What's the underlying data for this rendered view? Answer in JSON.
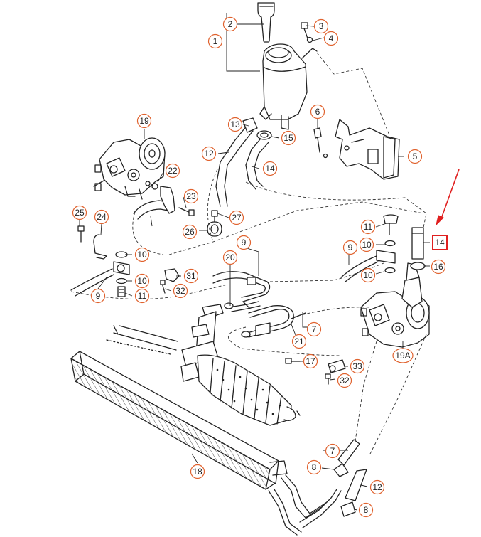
{
  "colors": {
    "line": "#222222",
    "callout_ring": "#e0622e",
    "highlight": "#e02020",
    "arrow": "#e02020"
  },
  "callouts": [
    {
      "id": "c-1",
      "label": "1"
    },
    {
      "id": "c-2",
      "label": "2"
    },
    {
      "id": "c-3",
      "label": "3"
    },
    {
      "id": "c-4",
      "label": "4"
    },
    {
      "id": "c-5",
      "label": "5"
    },
    {
      "id": "c-6",
      "label": "6"
    },
    {
      "id": "c-7a",
      "label": "7"
    },
    {
      "id": "c-7b",
      "label": "7"
    },
    {
      "id": "c-8a",
      "label": "8"
    },
    {
      "id": "c-8b",
      "label": "8"
    },
    {
      "id": "c-9a",
      "label": "9"
    },
    {
      "id": "c-9b",
      "label": "9"
    },
    {
      "id": "c-9c",
      "label": "9"
    },
    {
      "id": "c-10a",
      "label": "10"
    },
    {
      "id": "c-10b",
      "label": "10"
    },
    {
      "id": "c-10c",
      "label": "10"
    },
    {
      "id": "c-10d",
      "label": "10"
    },
    {
      "id": "c-11a",
      "label": "11"
    },
    {
      "id": "c-11b",
      "label": "11"
    },
    {
      "id": "c-12a",
      "label": "12"
    },
    {
      "id": "c-12b",
      "label": "12"
    },
    {
      "id": "c-13",
      "label": "13"
    },
    {
      "id": "c-14a",
      "label": "14"
    },
    {
      "id": "c-14b",
      "label": "14"
    },
    {
      "id": "c-15",
      "label": "15"
    },
    {
      "id": "c-16",
      "label": "16"
    },
    {
      "id": "c-17",
      "label": "17"
    },
    {
      "id": "c-18",
      "label": "18"
    },
    {
      "id": "c-19",
      "label": "19"
    },
    {
      "id": "c-19A",
      "label": "19A"
    },
    {
      "id": "c-20",
      "label": "20"
    },
    {
      "id": "c-21",
      "label": "21"
    },
    {
      "id": "c-22",
      "label": "22"
    },
    {
      "id": "c-23",
      "label": "23"
    },
    {
      "id": "c-24",
      "label": "24"
    },
    {
      "id": "c-25",
      "label": "25"
    },
    {
      "id": "c-26",
      "label": "26"
    },
    {
      "id": "c-27",
      "label": "27"
    },
    {
      "id": "c-31",
      "label": "31"
    },
    {
      "id": "c-32a",
      "label": "32"
    },
    {
      "id": "c-32b",
      "label": "32"
    },
    {
      "id": "c-33",
      "label": "33"
    }
  ],
  "highlighted": {
    "label": "14"
  }
}
